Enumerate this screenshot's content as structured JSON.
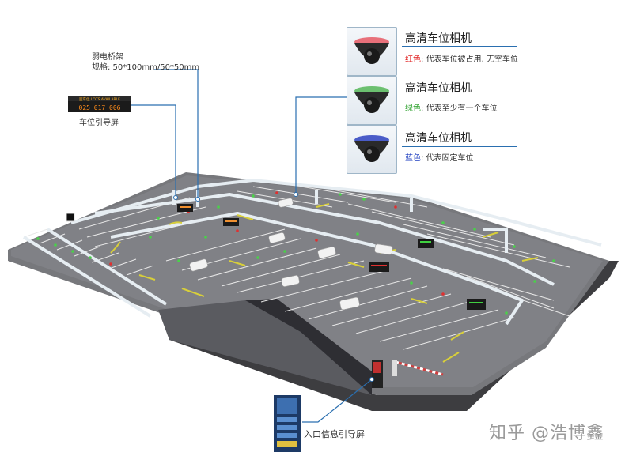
{
  "annotations": {
    "bridge_title": "弱电桥架",
    "bridge_spec": "规格: 50*100mm/50*50mm",
    "guide_screen_label": "车位引导屏",
    "guide_screen_top": "空车位 LOTS AVAILABLE",
    "guide_screen_digits": "025 017 006",
    "entrance_screen_label": "入口信息引导屏"
  },
  "cameras": [
    {
      "title": "高清车位相机",
      "color_word": "红色",
      "rest": ": 代表车位被占用, 无空车位",
      "color": "#e02020",
      "ring": "#e8707a"
    },
    {
      "title": "高清车位相机",
      "color_word": "绿色",
      "rest": ": 代表至少有一个车位",
      "color": "#2aa02a",
      "ring": "#6cc070"
    },
    {
      "title": "高清车位相机",
      "color_word": "蓝色",
      "rest": ": 代表固定车位",
      "color": "#2040c0",
      "ring": "#4a5cc8"
    }
  ],
  "watermark": "知乎 @浩博鑫"
}
